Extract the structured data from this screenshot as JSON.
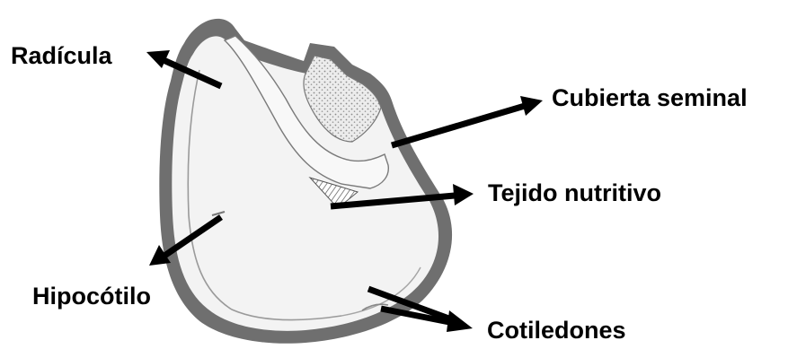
{
  "labels": {
    "radicula": "Radícula",
    "cubierta_seminal": "Cubierta seminal",
    "tejido_nutritivo": "Tejido nutritivo",
    "hipocotilo": "Hipocótilo",
    "cotiledones": "Cotiledones"
  },
  "colors": {
    "seed_coat": "#6f6f6f",
    "seed_interior": "#f3f3f3",
    "stipple_region": "#e9e9e9",
    "arrow": "#000000",
    "label": "#000000"
  }
}
